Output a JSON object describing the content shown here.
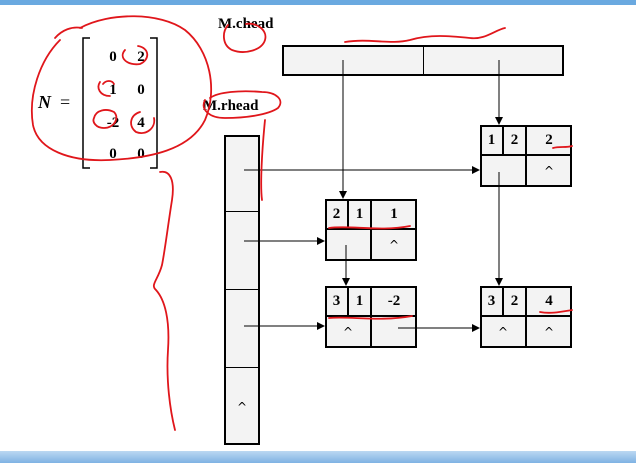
{
  "labels": {
    "chead": "M.chead",
    "rhead": "M.rhead",
    "matrix_name": "N",
    "equals": "="
  },
  "matrix": [
    [
      "0",
      "2"
    ],
    [
      "1",
      "0"
    ],
    [
      "-2",
      "4"
    ],
    [
      "0",
      "0"
    ]
  ],
  "nodes": {
    "n1": {
      "row": "1",
      "col": "2",
      "val": "2",
      "down": "",
      "right": "^"
    },
    "n2": {
      "row": "2",
      "col": "1",
      "val": "1",
      "down": "",
      "right": "^"
    },
    "n3": {
      "row": "3",
      "col": "1",
      "val": "-2",
      "down": "^",
      "right": ""
    },
    "n4": {
      "row": "3",
      "col": "2",
      "val": "4",
      "down": "^",
      "right": "^"
    }
  },
  "rhead_last": "^"
}
